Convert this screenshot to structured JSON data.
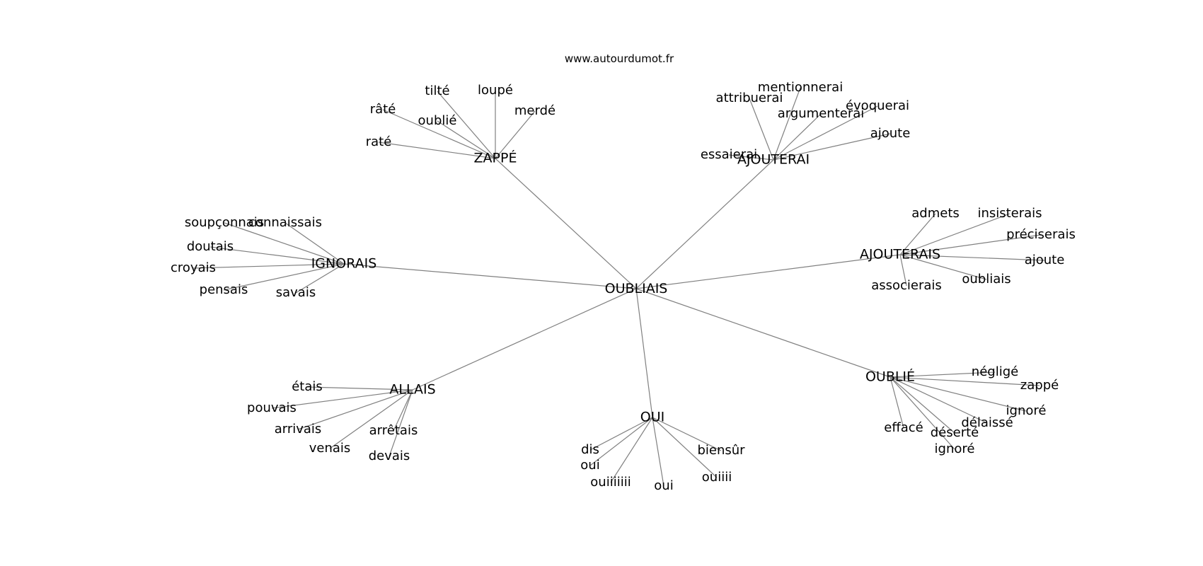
{
  "site": "www.autourdumot.fr",
  "graph": {
    "center": "OUBLIAIS",
    "clusters": [
      {
        "label": "ZAPPÉ",
        "leaves": [
          "tilté",
          "loupé",
          "râté",
          "merdé",
          "oublié",
          "raté"
        ]
      },
      {
        "label": "AJOUTERAI",
        "leaves": [
          "mentionnerai",
          "attribuerai",
          "évoquerai",
          "argumenterai",
          "ajoute",
          "essaierai"
        ]
      },
      {
        "label": "IGNORAIS",
        "leaves": [
          "soupçonnais",
          "connaissais",
          "doutais",
          "croyais",
          "pensais",
          "savais"
        ]
      },
      {
        "label": "AJOUTERAIS",
        "leaves": [
          "admets",
          "insisterais",
          "préciserais",
          "ajoute",
          "oubliais",
          "associerais"
        ]
      },
      {
        "label": "ALLAIS",
        "leaves": [
          "étais",
          "pouvais",
          "arrivais",
          "arrêtais",
          "venais",
          "devais"
        ]
      },
      {
        "label": "OUI",
        "leaves": [
          "dis",
          "oui",
          "biensûr",
          "ouiiiiiii",
          "ouiiii",
          "oui"
        ]
      },
      {
        "label": "OUBLIÉ",
        "leaves": [
          "négligé",
          "zappé",
          "ignoré",
          "délaissé",
          "effacé",
          "déserté",
          "ignoré"
        ]
      }
    ]
  }
}
